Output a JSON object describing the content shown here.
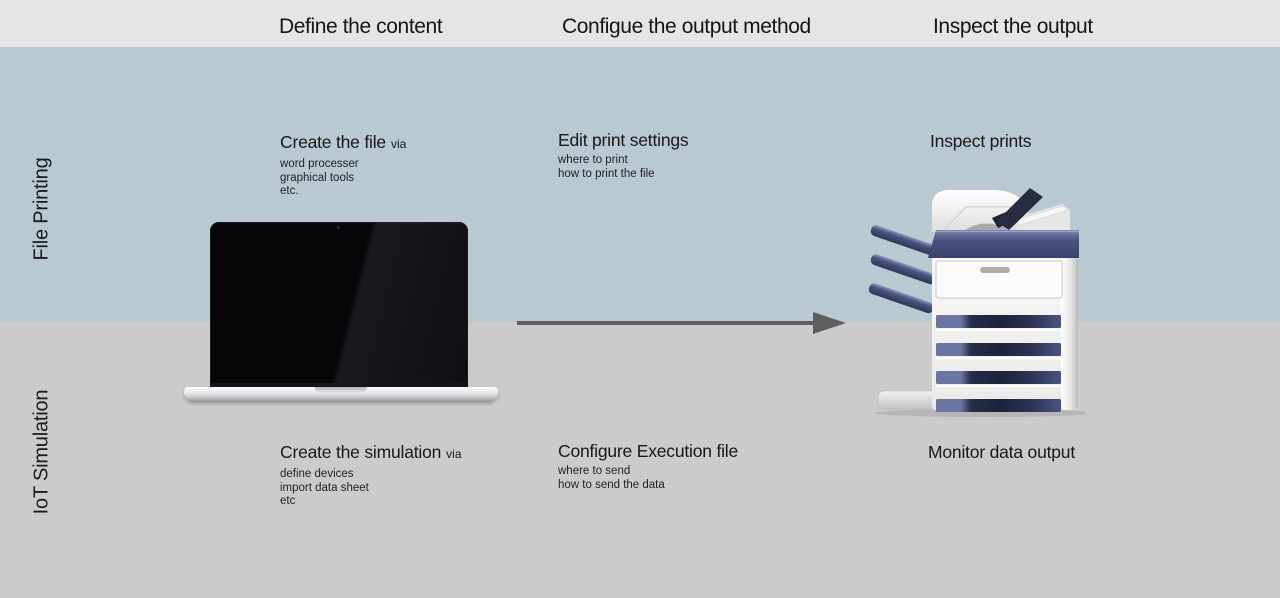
{
  "header": {
    "columns": [
      {
        "label": "Define the content"
      },
      {
        "label": "Configue the output method"
      },
      {
        "label": "Inspect the output"
      }
    ]
  },
  "rows": [
    {
      "label": "File Printing",
      "steps": [
        {
          "title": "Create the file",
          "via": "via",
          "details": [
            "word processer",
            "graphical tools",
            "etc."
          ]
        },
        {
          "title": "Edit print settings",
          "details": [
            "where to print",
            "how to print the file"
          ]
        },
        {
          "title": "Inspect prints",
          "details": []
        }
      ]
    },
    {
      "label": "IoT Simulation",
      "steps": [
        {
          "title": "Create the simulation",
          "via": "via",
          "details": [
            "define devices",
            "import data sheet",
            "etc"
          ]
        },
        {
          "title": "Configure Execution file",
          "details": [
            "where to send",
            "how to send the data"
          ]
        },
        {
          "title": "Monitor data output",
          "details": []
        }
      ]
    }
  ],
  "icons": {
    "laptop": "laptop-icon",
    "printer": "printer-icon",
    "arrow": "flow-arrow-icon"
  },
  "colors": {
    "header_band": "#e5e5e5",
    "file_printing_band": "#b9c9d1",
    "iot_simulation_band": "#cbcbcb",
    "arrow": "#5e5e5e",
    "printer_navy": "#49527e",
    "text": "#161616"
  }
}
